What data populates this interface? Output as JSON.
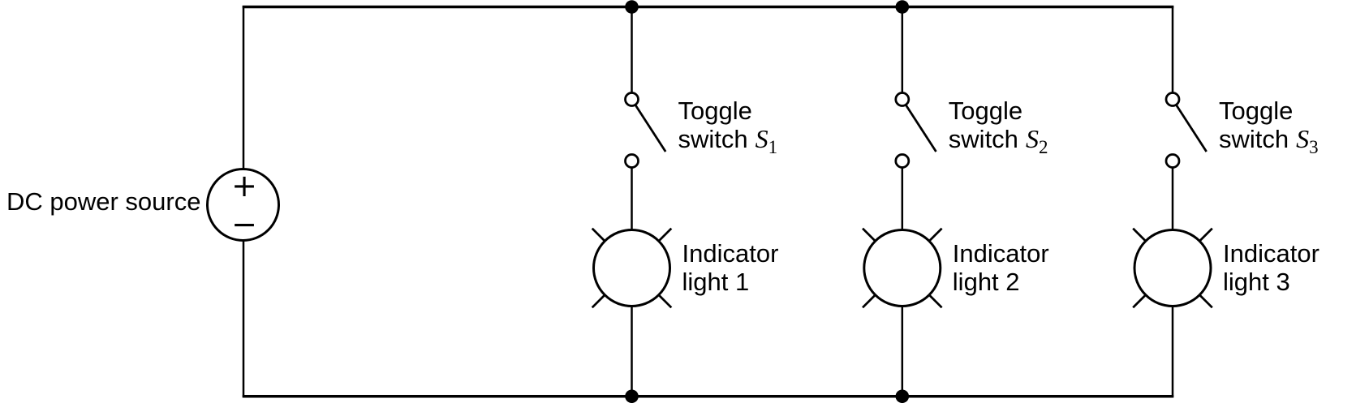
{
  "figure": {
    "type": "circuit-schematic",
    "description": "DC power source feeding three parallel branches, each with an open toggle switch in series with an indicator light",
    "colors": {
      "background": "#ffffff",
      "wire": "#000000",
      "text": "#000000"
    },
    "power_source": {
      "label": "DC power source",
      "positive_sign": "+",
      "negative_sign": "−"
    },
    "branches": [
      {
        "switch_label_line1": "Toggle",
        "switch_label_line2": "switch",
        "switch_symbol_letter": "S",
        "switch_symbol_subscript": "1",
        "light_label_line1": "Indicator",
        "light_label_line2": "light 1"
      },
      {
        "switch_label_line1": "Toggle",
        "switch_label_line2": "switch",
        "switch_symbol_letter": "S",
        "switch_symbol_subscript": "2",
        "light_label_line1": "Indicator",
        "light_label_line2": "light 2"
      },
      {
        "switch_label_line1": "Toggle",
        "switch_label_line2": "switch",
        "switch_symbol_letter": "S",
        "switch_symbol_subscript": "3",
        "light_label_line1": "Indicator",
        "light_label_line2": "light 3"
      }
    ]
  }
}
